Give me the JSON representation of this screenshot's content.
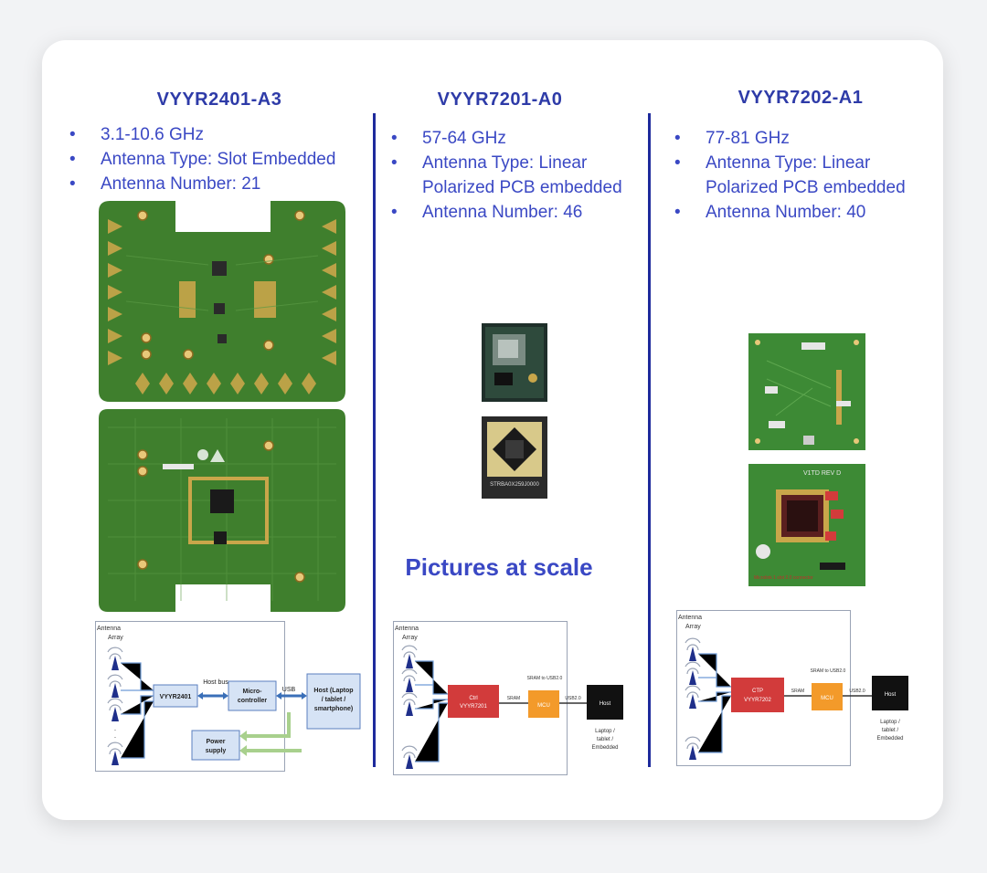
{
  "columns": [
    {
      "title": "VYYR2401-A3",
      "specs": [
        "3.1-10.6 GHz",
        "Antenna Type: Slot Embedded",
        "Antenna Number: 21"
      ]
    },
    {
      "title": "VYYR7201-A0",
      "specs": [
        "57-64 GHz",
        "Antenna Type: Linear Polarized PCB embedded",
        "Antenna Number: 46"
      ]
    },
    {
      "title": "VYYR7202-A1",
      "specs": [
        "77-81 GHz",
        "Antenna Type: Linear Polarized PCB embedded",
        "Antenna Number: 40"
      ]
    }
  ],
  "scale_note": "Pictures at scale",
  "diagrams": {
    "d1": {
      "antenna": "Antenna",
      "array": "Array",
      "chip": "VYYR2401",
      "bus": "Host bus",
      "mcu": "Micro-controller",
      "usb": "USB",
      "host": "Host (Laptop / tablet / smartphone)",
      "power": "Power supply"
    },
    "d2": {
      "antenna": "Antenna",
      "array": "Array",
      "chip_line1": "Ctrl",
      "chip_line2": "VYYR7201",
      "bridge": "SRAM to USB2.0",
      "sram": "SRAM",
      "mcu": "MCU",
      "usb": "USB2.0",
      "host": "Host",
      "host_desc": "Laptop / tablet / Embedded"
    },
    "d3": {
      "antenna": "Antenna",
      "array": "Array",
      "chip_line1": "CTP",
      "chip_line2": "VYYR7202",
      "bridge": "SRAM to USB2.0",
      "sram": "SRAM",
      "mcu": "MCU",
      "usb": "USB2.0",
      "host": "Host",
      "host_desc": "Laptop / tablet / Embedded"
    }
  },
  "board_labels": {
    "chip_marking": "STRBA0X259J0000",
    "board_rev": "V1TD REV D",
    "connector_note": "Microlink 1 slot 2.0 connector"
  },
  "colors": {
    "heading": "#2e3ba8",
    "bullet_text": "#3a48c4",
    "divider": "#1e2a9c",
    "pcb_green": "#3f7f2d",
    "pad_gold": "#c9a64a",
    "chip_red": "#d23b3b",
    "mcu_orange": "#f39a2a",
    "host_black": "#111111"
  }
}
